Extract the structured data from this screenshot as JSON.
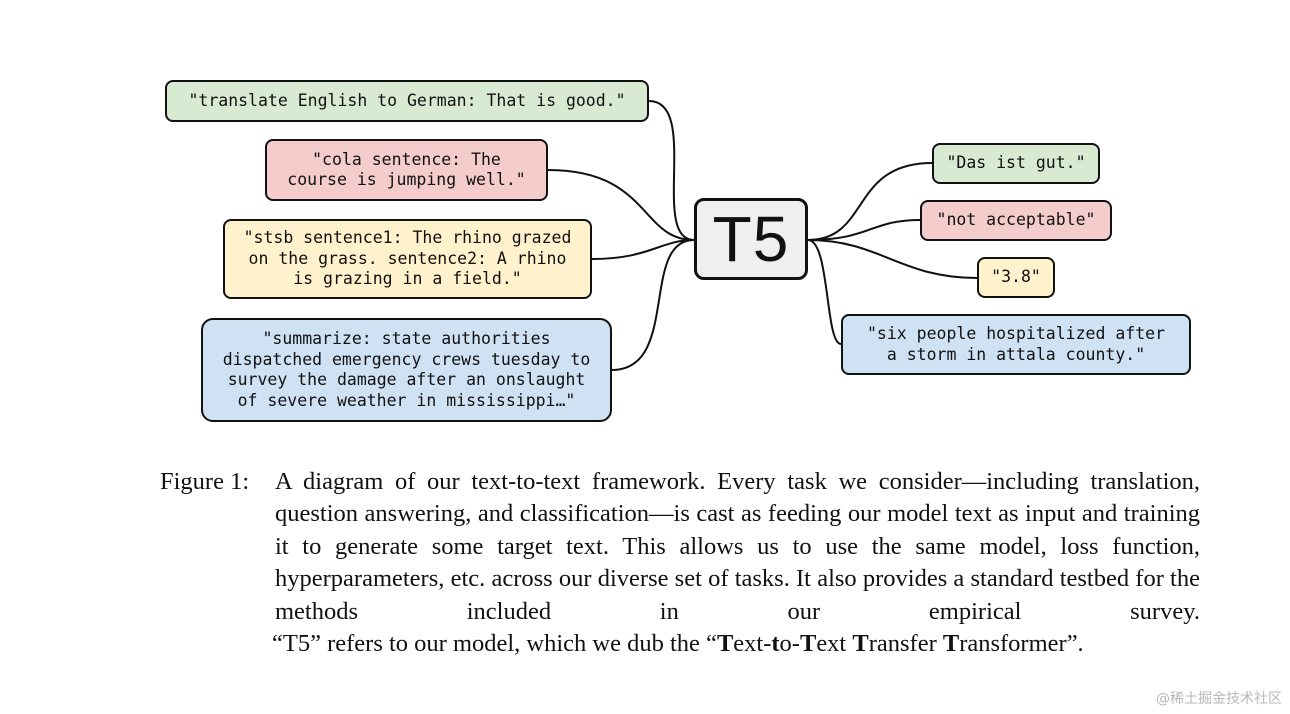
{
  "diagram": {
    "model_label": "T5",
    "inputs": [
      {
        "lines": [
          "\"translate English to German: That is good.\""
        ],
        "color": "#d9ead3"
      },
      {
        "lines": [
          "\"cola sentence: The",
          "course is jumping well.\""
        ],
        "color": "#f4cccc"
      },
      {
        "lines": [
          "\"stsb sentence1: The rhino grazed",
          "on the grass. sentence2: A rhino",
          "is grazing in a field.\""
        ],
        "color": "#fff2cc"
      },
      {
        "lines": [
          "\"summarize: state authorities",
          "dispatched emergency crews tuesday to",
          "survey the damage after an onslaught",
          "of severe weather in mississippi…\""
        ],
        "color": "#cfe2f3"
      }
    ],
    "outputs": [
      {
        "lines": [
          "\"Das ist gut.\""
        ],
        "color": "#d9ead3"
      },
      {
        "lines": [
          "\"not acceptable\""
        ],
        "color": "#f4cccc"
      },
      {
        "lines": [
          "\"3.8\""
        ],
        "color": "#fff2cc"
      },
      {
        "lines": [
          "\"six people hospitalized after",
          "a storm in attala county.\""
        ],
        "color": "#cfe2f3"
      }
    ]
  },
  "caption": {
    "label": "Figure 1:",
    "text": "A diagram of our text-to-text framework. Every task we consider—including translation, question answering, and classification—is cast as feeding our model text as input and training it to generate some target text. This allows us to use the same model, loss function, hyperparameters, etc. across our diverse set of tasks. It also provides a standard testbed for the methods included in our empirical survey.",
    "last_line_before": "“T5” refers to our model, which we dub the “",
    "name_parts": [
      {
        "bold": "T",
        "rest": "ext-"
      },
      {
        "bold": "t",
        "rest": "o-"
      },
      {
        "bold": "T",
        "rest": "ext "
      },
      {
        "bold": "T",
        "rest": "ransfer "
      },
      {
        "bold": "T",
        "rest": "ransformer"
      }
    ],
    "last_line_after": "”."
  },
  "watermark": "@稀土掘金技术社区"
}
